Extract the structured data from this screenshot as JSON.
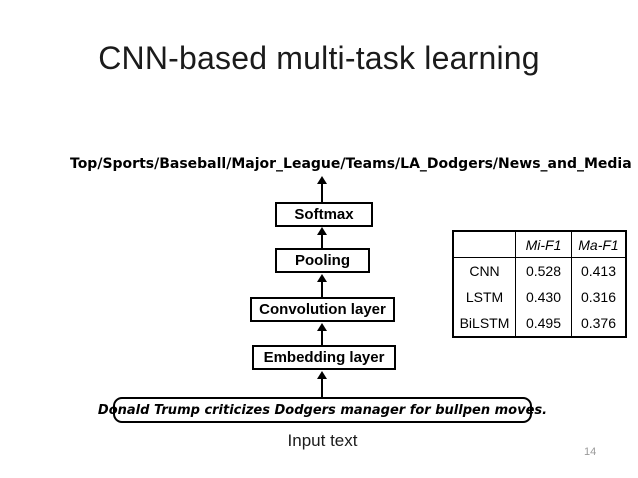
{
  "slide": {
    "title": "CNN-based multi-task learning",
    "page_number": "14"
  },
  "diagram": {
    "predicted_category": "Top/Sports/Baseball/Major_League/Teams/LA_Dodgers/News_and_Media",
    "layers": {
      "softmax": "Softmax",
      "pooling": "Pooling",
      "convolution": "Convolution layer",
      "embedding": "Embedding layer"
    },
    "input_sentence": "Donald Trump criticizes Dodgers manager for bullpen moves.",
    "input_caption": "Input text"
  },
  "results_table": {
    "columns": [
      "",
      "Mi-F1",
      "Ma-F1"
    ],
    "rows": [
      {
        "model": "CNN",
        "mi_f1": "0.528",
        "ma_f1": "0.413"
      },
      {
        "model": "LSTM",
        "mi_f1": "0.430",
        "ma_f1": "0.316"
      },
      {
        "model": "BiLSTM",
        "mi_f1": "0.495",
        "ma_f1": "0.376"
      }
    ]
  }
}
